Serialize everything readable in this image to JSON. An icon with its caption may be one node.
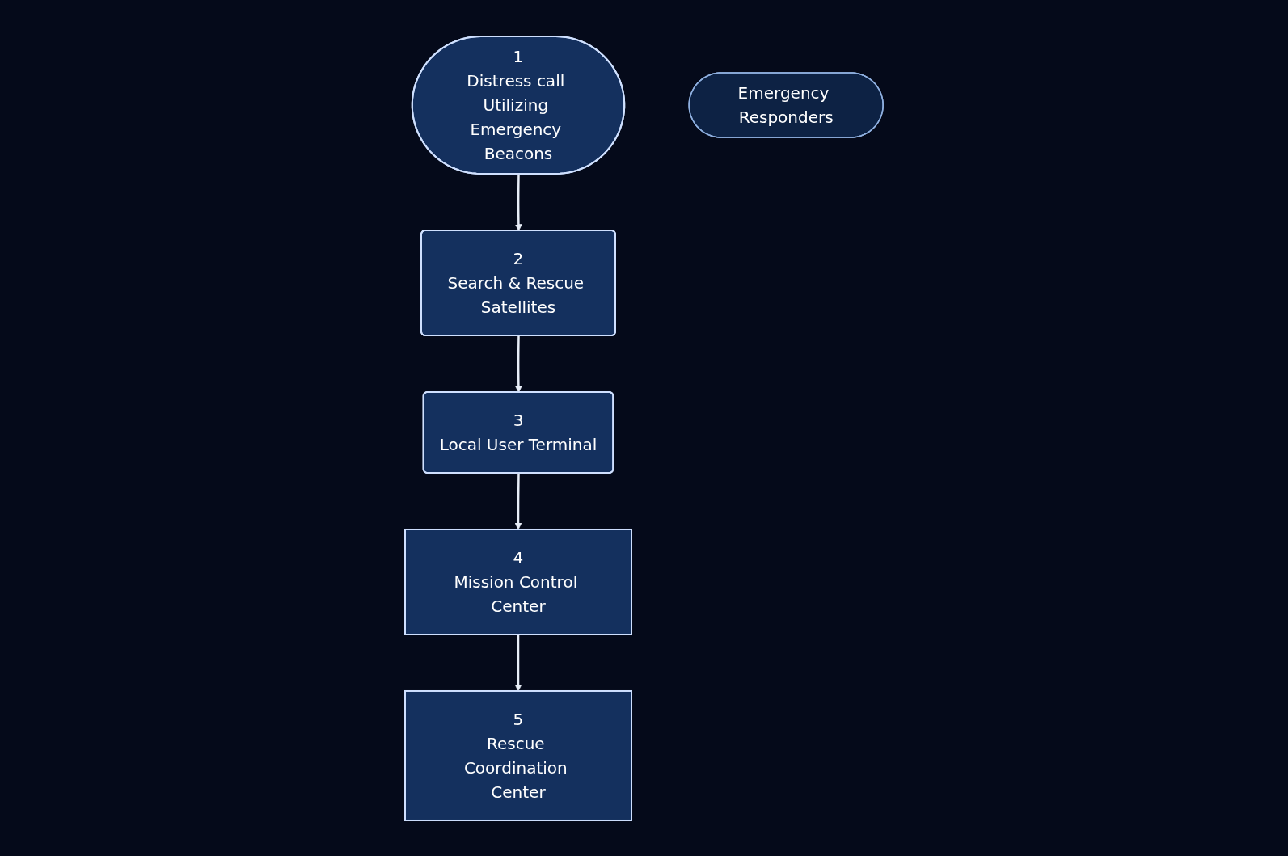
{
  "diagram": {
    "nodes": [
      {
        "text": [
          "1",
          "Distress call Utilizing Emergency Beacons"
        ]
      },
      {
        "text": [
          "2",
          "Search & Rescue Satellites"
        ]
      },
      {
        "text": [
          "3",
          "Local User Terminal"
        ]
      },
      {
        "text": [
          "4",
          "Mission Control Center"
        ]
      },
      {
        "text": [
          "5",
          "Rescue Coordination Center"
        ]
      },
      {
        "text": [
          "Emergency Responders"
        ]
      }
    ],
    "edges": [
      {
        "from": 0,
        "to": 1,
        "arrow": "to"
      },
      {
        "from": 1,
        "to": 2,
        "arrow": "to"
      },
      {
        "from": 2,
        "to": 3,
        "arrow": "to"
      },
      {
        "from": 3,
        "to": 4,
        "arrow": "to"
      }
    ]
  }
}
